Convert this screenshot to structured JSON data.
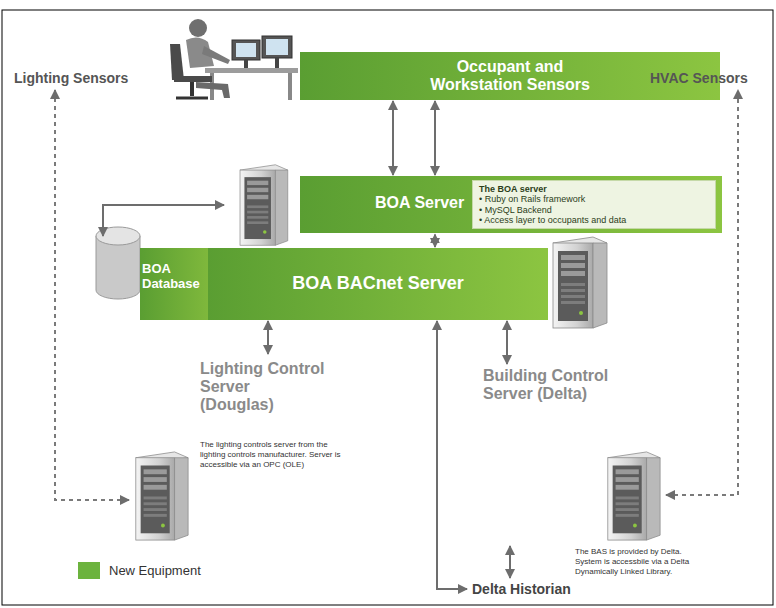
{
  "diagram": {
    "nodes": [
      {
        "text": [
          "Lighting Sensors"
        ]
      },
      {
        "text": [
          "Occupant and Workstation Sensors"
        ]
      },
      {
        "text": [
          "HVAC Sensors"
        ]
      },
      {
        "text": [
          "BOA Server"
        ]
      },
      {
        "text": [
          "The BOA server",
          "• Ruby on Rails framework",
          "• MySQL Backend",
          "• Access layer to occupants and data"
        ],
        "in": 3
      },
      {
        "text": [
          "BOA Database"
        ]
      },
      {
        "text": [
          "BOA BACnet Server"
        ]
      },
      {
        "text": [
          "Lighting Control Server (Douglas)",
          "The lighting controls server from the lighting controls manufacturer. Server is accessible via an OPC (OLE)"
        ]
      },
      {
        "text": [
          "Building Control Server (Delta)",
          "The BAS is provided by Delta. System is accessbile via a Delta Dynamically Linked Library."
        ]
      },
      {
        "text": [
          "Delta Historian"
        ]
      }
    ],
    "edges": [
      {
        "from": 1,
        "to": 3,
        "arrow": "both"
      },
      {
        "from": 1,
        "to": 3,
        "arrow": "both"
      },
      {
        "from": 3,
        "to": 6,
        "arrow": "both"
      },
      {
        "from": 5,
        "to": 3,
        "arrow": "both"
      },
      {
        "from": 6,
        "to": 7,
        "arrow": "both"
      },
      {
        "from": 6,
        "to": 9,
        "arrow": "both"
      },
      {
        "from": 6,
        "to": 8,
        "arrow": "both"
      },
      {
        "from": 8,
        "to": 9,
        "arrow": "both"
      },
      {
        "from": 7,
        "to": 0,
        "arrow": "both"
      },
      {
        "from": 8,
        "to": 2,
        "arrow": "both"
      }
    ],
    "legend": [
      {
        "text": "New Equipment",
        "color": "#6cb33e"
      }
    ]
  }
}
